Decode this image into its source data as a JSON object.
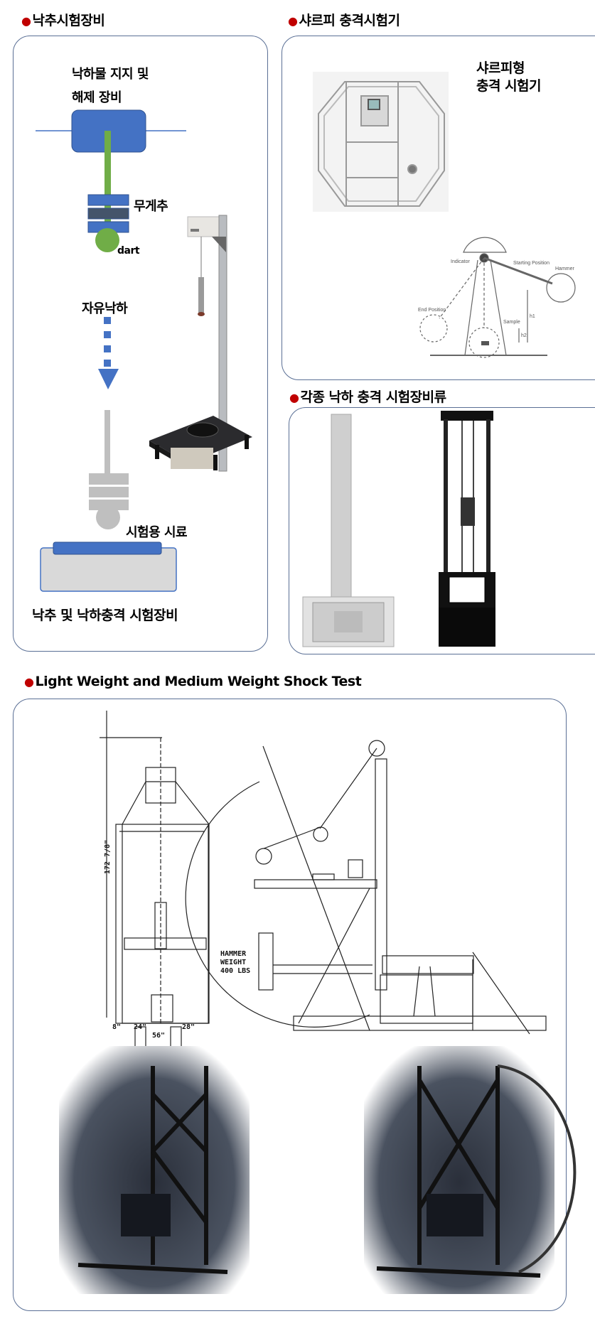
{
  "sections": {
    "drop_weight": {
      "title": "낙추시험장비",
      "label_support": "낙하물 지지 및",
      "label_release": "해제 장비",
      "label_weight": "무게추",
      "label_dart": "dart",
      "label_free_fall": "자유낙하",
      "label_sample": "시험용 시료",
      "caption": "낙추 및 낙하충격 시험장비"
    },
    "charpy": {
      "title": "샤르피 충격시험기",
      "caption_line1": "샤르피형",
      "caption_line2": "충격 시험기",
      "diagram": {
        "indicator": "Indicator",
        "starting_position": "Starting Position",
        "hammer": "Hammer",
        "end_position": "End Position",
        "sample": "Sample",
        "h1": "h1",
        "h2": "h2"
      }
    },
    "drop_impact": {
      "title": "각종 낙하 충격 시험장비류"
    },
    "shock_test": {
      "title": "Light Weight and Medium Weight Shock Test",
      "drawing": {
        "hammer_line1": "HAMMER",
        "hammer_line2": "WEIGHT",
        "hammer_line3": "400 LBS",
        "height_dim": "172 7/8\"",
        "dim_8": "8\"",
        "dim_24": "24\"",
        "dim_28": "28\"",
        "dim_56": "56\""
      }
    }
  },
  "colors": {
    "bullet": "#c00000",
    "blue": "#4472c4",
    "green": "#70ad47",
    "dark_plate": "#44546a",
    "gray": "#bfbfbf",
    "border": "#5a6f95"
  }
}
